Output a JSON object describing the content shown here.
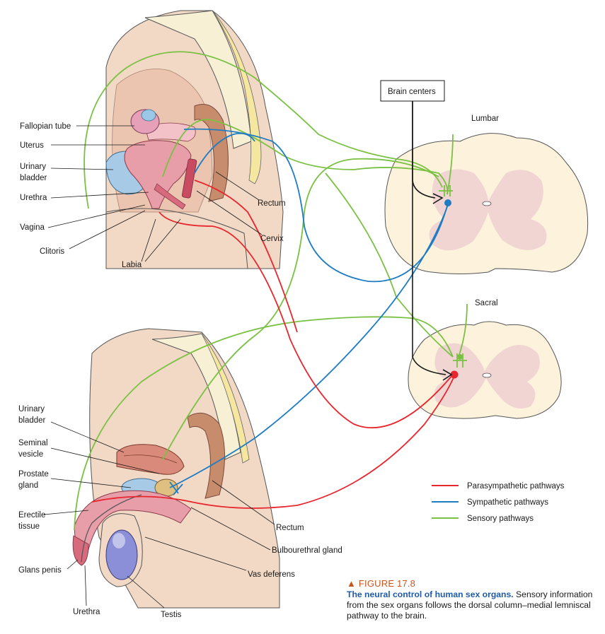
{
  "labels": {
    "fallopian_tube": "Fallopian tube",
    "uterus": "Uterus",
    "urinary_bladder_f_1": "Urinary",
    "urinary_bladder_f_2": "bladder",
    "urethra_f": "Urethra",
    "vagina": "Vagina",
    "clitoris": "Clitoris",
    "labia": "Labia",
    "rectum_f": "Rectum",
    "cervix": "Cervix",
    "brain_centers": "Brain centers",
    "lumbar": "Lumbar",
    "sacral": "Sacral",
    "urinary_bladder_m_1": "Urinary",
    "urinary_bladder_m_2": "bladder",
    "seminal_vesicle_1": "Seminal",
    "seminal_vesicle_2": "vesicle",
    "prostate_gland_1": "Prostate",
    "prostate_gland_2": "gland",
    "erectile_tissue_1": "Erectile",
    "erectile_tissue_2": "tissue",
    "glans_penis": "Glans penis",
    "urethra_m": "Urethra",
    "testis": "Testis",
    "rectum_m": "Rectum",
    "bulbourethral_gland": "Bulbourethral gland",
    "vas_deferens": "Vas deferens"
  },
  "legend": [
    {
      "label": "Parasympathetic pathways",
      "color": "#e8262d"
    },
    {
      "label": "Sympathetic pathways",
      "color": "#1e7cc4"
    },
    {
      "label": "Sensory pathways",
      "color": "#7ac143"
    }
  ],
  "caption": {
    "figure": "▲ FIGURE 17.8",
    "title": "The neural control of human sex organs.",
    "text": " Sensory information from the sex organs follows the dorsal column–medial lemniscal pathway to the brain."
  },
  "colors": {
    "parasympathetic": "#e8262d",
    "sympathetic": "#1e7cc4",
    "sensory": "#7ac143",
    "cord_white": "#fdf3dc",
    "cord_gray": "#f0d5d3",
    "body_tan": "#f2d9c6"
  }
}
